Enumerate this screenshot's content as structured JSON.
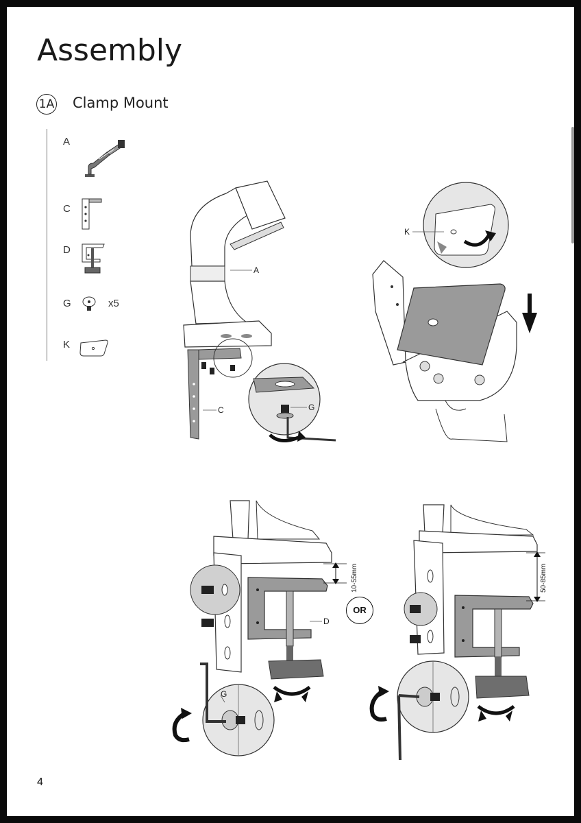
{
  "page": {
    "title": "Assembly",
    "page_number": "4"
  },
  "step": {
    "badge": "1A",
    "title": "Clamp Mount"
  },
  "parts": [
    {
      "letter": "A",
      "icon": "monitor-arm-icon"
    },
    {
      "letter": "C",
      "icon": "bracket-icon"
    },
    {
      "letter": "D",
      "icon": "clamp-icon"
    },
    {
      "letter": "G",
      "icon": "screw-icon",
      "quantity": "x5"
    },
    {
      "letter": "K",
      "icon": "cover-plate-icon"
    }
  ],
  "figure1": {
    "label_arm": "A",
    "label_bracket": "C",
    "label_screw": "G"
  },
  "figure2": {
    "label_cover": "K"
  },
  "figure3": {
    "label_clamp": "D",
    "label_screw": "G",
    "dimension": "10-55mm"
  },
  "or_label": "OR",
  "figure4": {
    "dimension": "50-85mm"
  },
  "colors": {
    "page_bg": "#ffffff",
    "frame": "#0a0a0a",
    "part_fill": "#9a9a9a",
    "dark_fill": "#6e6e6e",
    "zoom_fill": "#e6e6e6"
  }
}
